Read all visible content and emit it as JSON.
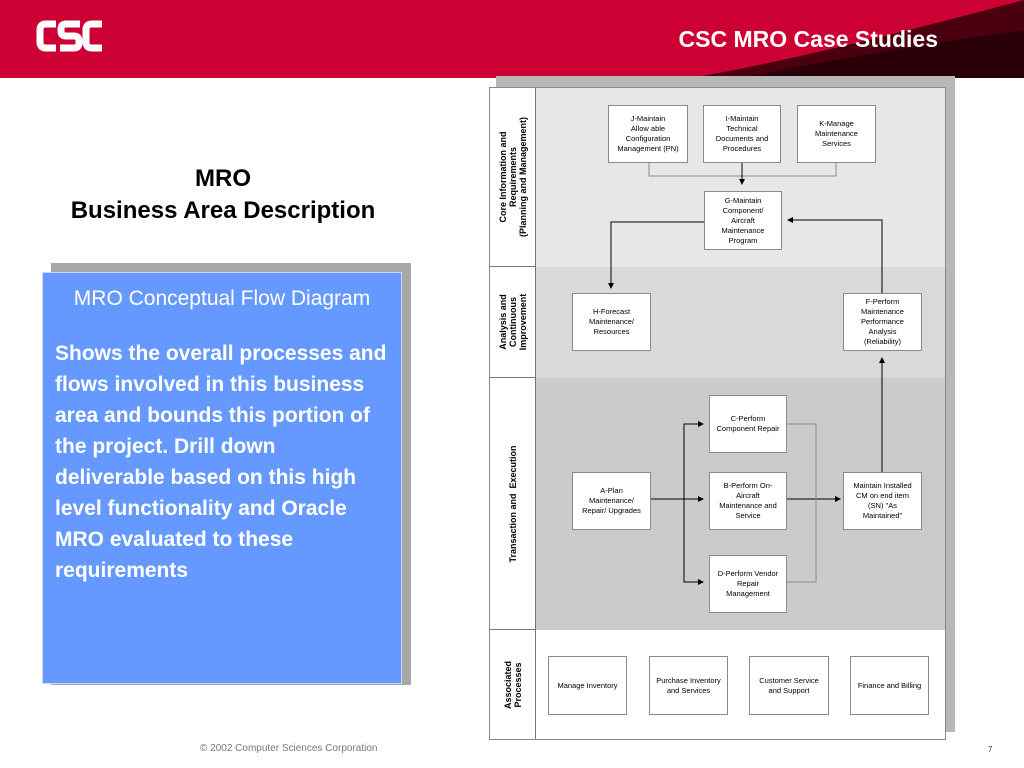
{
  "header": {
    "title": "CSC MRO Case Studies",
    "logo_text": "CSC",
    "colors": {
      "brand_red": "#cc0033",
      "dark_band": "#4a000f"
    }
  },
  "heading": {
    "line1": "MRO",
    "line2": "Business Area Description"
  },
  "callout": {
    "title": "MRO Conceptual Flow Diagram",
    "body": "Shows the overall processes and flows involved in this business area and bounds this portion of the project.  Drill down deliverable based on this high level functionality and Oracle MRO evaluated to these requirements",
    "color": "#6699ff"
  },
  "diagram": {
    "lanes": [
      {
        "label": "Core Information and\nRequirements\n(Planning and Management)"
      },
      {
        "label": "Analysis and\nContinuous\nImprovement"
      },
      {
        "label": "Transaction and  Execution"
      },
      {
        "label": "Associated\nProcesses"
      }
    ],
    "boxes": {
      "j": "J-Maintain\nAllow able\nConfiguration\nManagement (PN)",
      "i": "I-Maintain\nTechnical\nDocuments and\nProcedures",
      "k": "K-Manage\nMaintenance\nServices",
      "g": "G-Maintain\nComponent/\nAircraft\nMaintenance\nProgram",
      "h": "H-Forecast\nMaintenance/\nResources",
      "f": "F-Perform\nMaintenance\nPerformance\nAnalysis\n(Reliability)",
      "c": "C-Perform\nComponent Repair",
      "a": "A-Plan\nMaintenance/\nRepair/ Upgrades",
      "b": "B-Perform On-\nAircraft\nMaintenance and\nService",
      "m": "Maintain Installed\nCM on end item\n(SN) \"As\nMaintained\"",
      "d": "D-Perform Vendor\nRepair\nManagement",
      "p1": "Manage Inventory",
      "p2": "Purchase Inventory\nand Services",
      "p3": "Customer Service\nand Support",
      "p4": "Finance and Billing"
    }
  },
  "footer": {
    "copyright": "© 2002 Computer Sciences Corporation",
    "page": "7"
  }
}
